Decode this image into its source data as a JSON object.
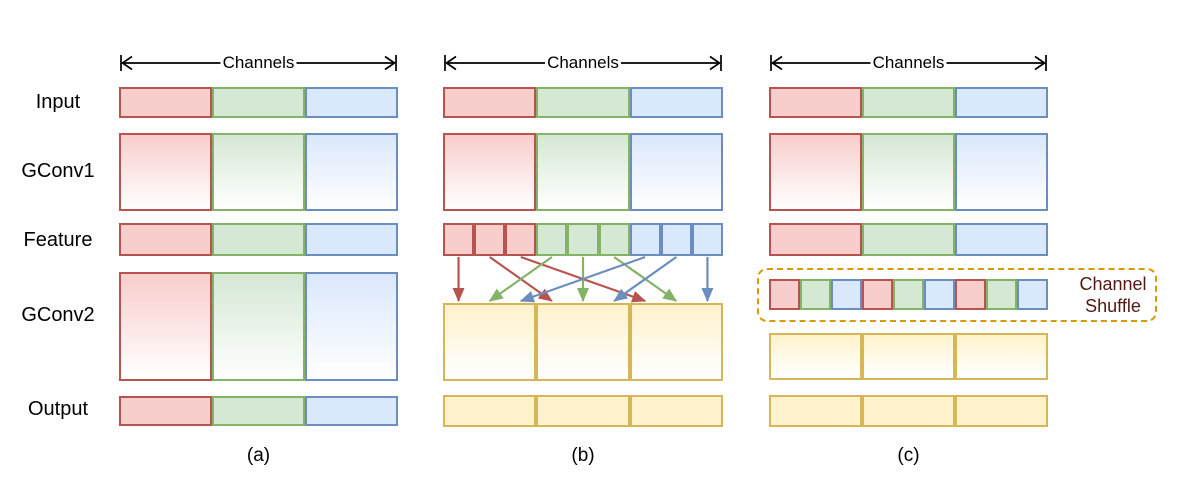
{
  "labels": {
    "input": "Input",
    "gconv1": "GConv1",
    "feature": "Feature",
    "gconv2": "GConv2",
    "output": "Output",
    "channels": "Channels",
    "panel_a": "(a)",
    "panel_b": "(b)",
    "panel_c": "(c)",
    "channel_shuffle": "Channel Shuffle"
  },
  "colors": {
    "red": {
      "fill": "#f8cecc",
      "stroke": "#b85450"
    },
    "green": {
      "fill": "#d5e8d4",
      "stroke": "#82b366"
    },
    "blue": {
      "fill": "#dae8fc",
      "stroke": "#6c8ebf"
    },
    "yellow": {
      "fill": "#fff2cc",
      "stroke": "#d6b656"
    },
    "shuffle_box_border": "#d79b00",
    "shuffle_text": "#541713",
    "arrow_line": "#000000"
  },
  "patterns": {
    "groups3": [
      "red",
      "green",
      "blue"
    ],
    "feature9": [
      "red",
      "red",
      "red",
      "green",
      "green",
      "green",
      "blue",
      "blue",
      "blue"
    ],
    "shuffle9": [
      "red",
      "green",
      "blue",
      "red",
      "green",
      "blue",
      "red",
      "green",
      "blue"
    ],
    "yellow3": [
      "yellow",
      "yellow",
      "yellow"
    ]
  },
  "shuffle_arrows": {
    "group_colors": [
      "red",
      "green",
      "blue"
    ],
    "mapping": [
      0,
      1,
      2,
      0,
      1,
      2,
      0,
      1,
      2
    ]
  }
}
